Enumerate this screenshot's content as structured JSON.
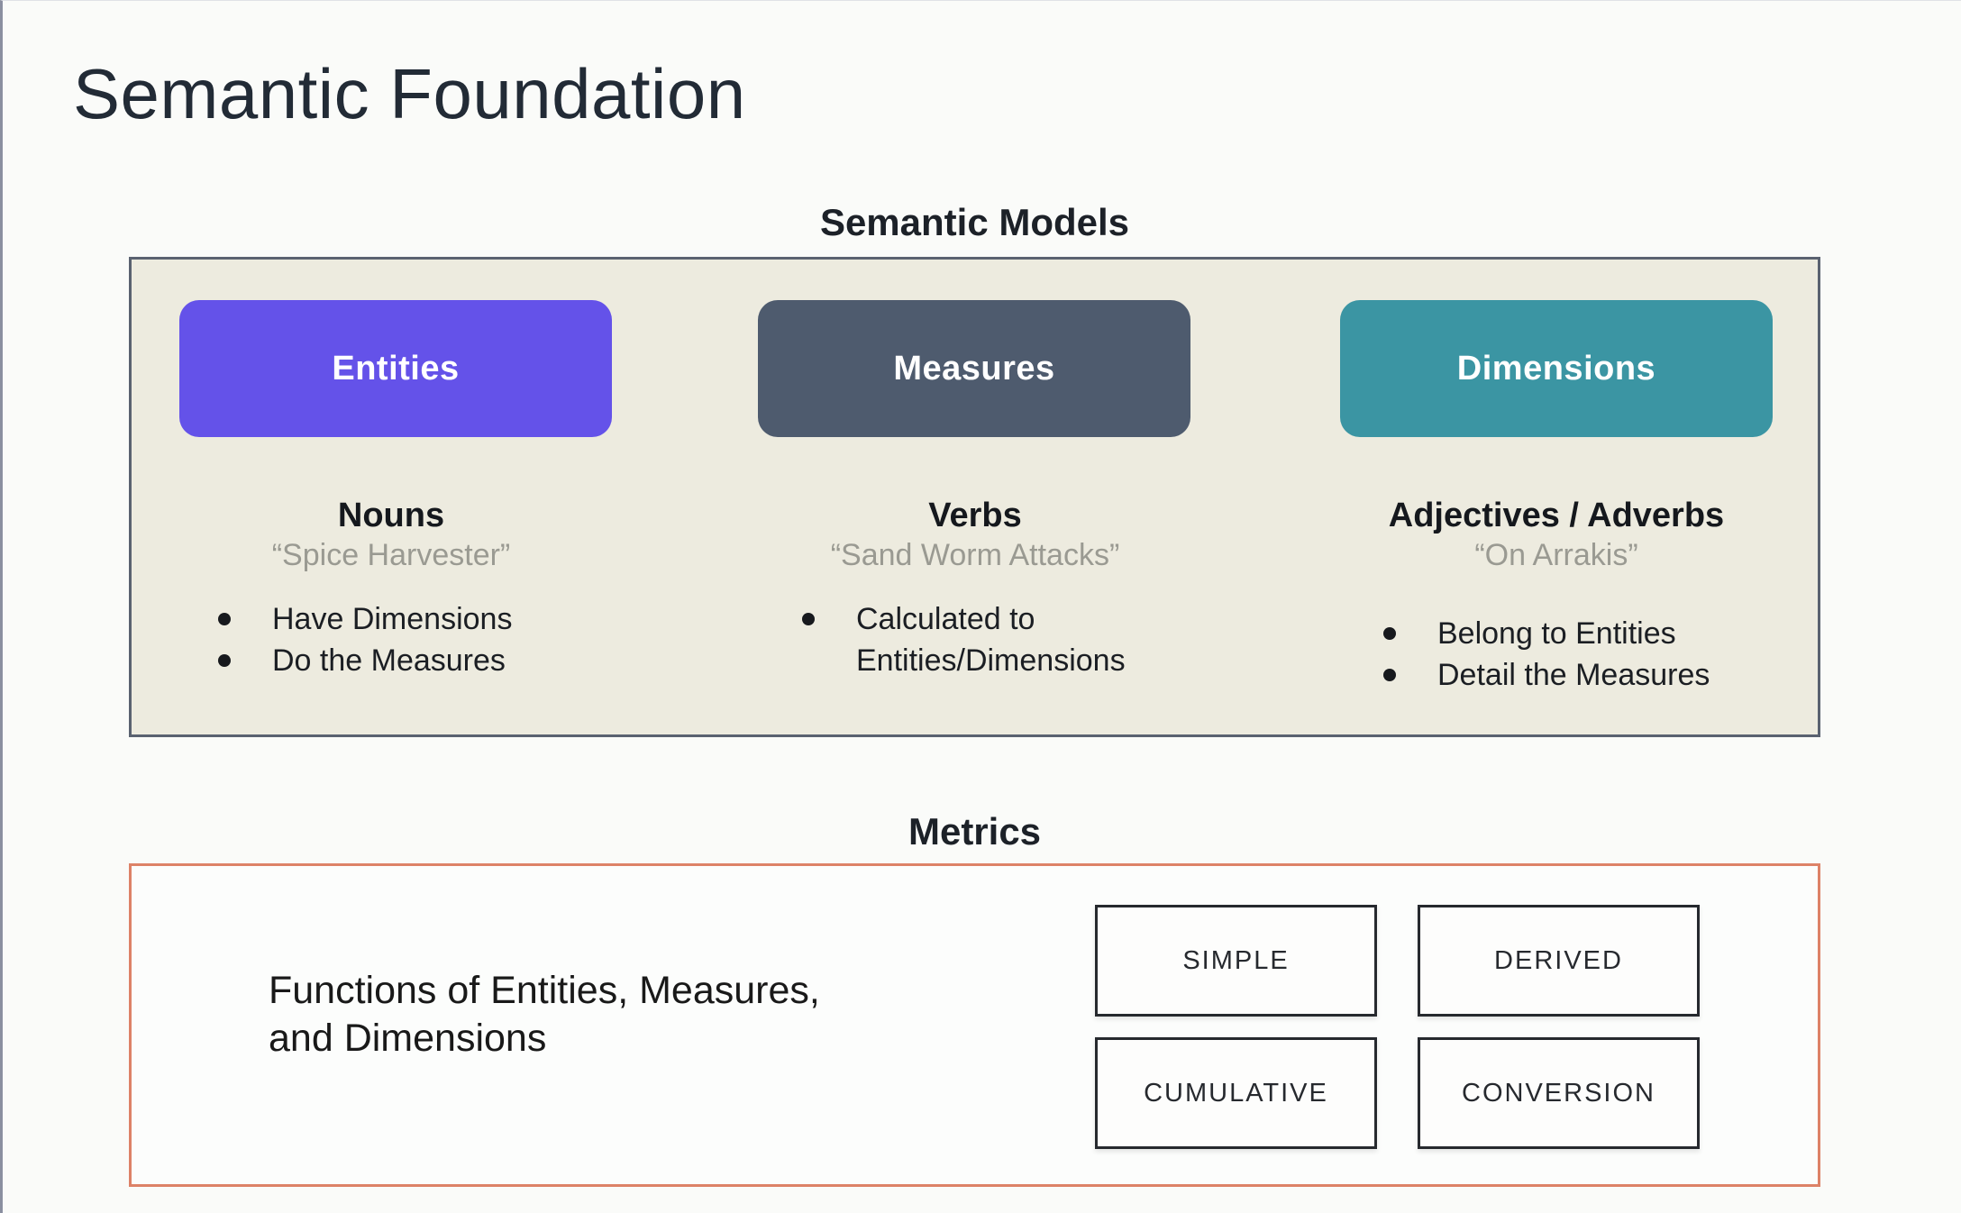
{
  "slide": {
    "title": "Semantic Foundation"
  },
  "semantic_models": {
    "label": "Semantic Models",
    "panel_bg": "#edebdf",
    "panel_border": "#5a6270",
    "columns": [
      {
        "box_label": "Entities",
        "box_color": "#6452e9",
        "heading": "Nouns",
        "quote": "“Spice Harvester”",
        "bullets": [
          "Have Dimensions",
          "Do the Measures"
        ]
      },
      {
        "box_label": "Measures",
        "box_color": "#4e5b6e",
        "heading": "Verbs",
        "quote": "“Sand Worm Attacks”",
        "bullets": [
          "Calculated to Entities/Dimensions"
        ]
      },
      {
        "box_label": "Dimensions",
        "box_color": "#3b95a3",
        "heading": "Adjectives / Adverbs",
        "quote": "“On Arrakis”",
        "bullets": [
          "Belong to Entities",
          "Detail the Measures"
        ]
      }
    ]
  },
  "metrics": {
    "label": "Metrics",
    "panel_border": "#dd8267",
    "description": "Functions of Entities, Measures, and Dimensions",
    "types": [
      "SIMPLE",
      "DERIVED",
      "CUMULATIVE",
      "CONVERSION"
    ]
  }
}
